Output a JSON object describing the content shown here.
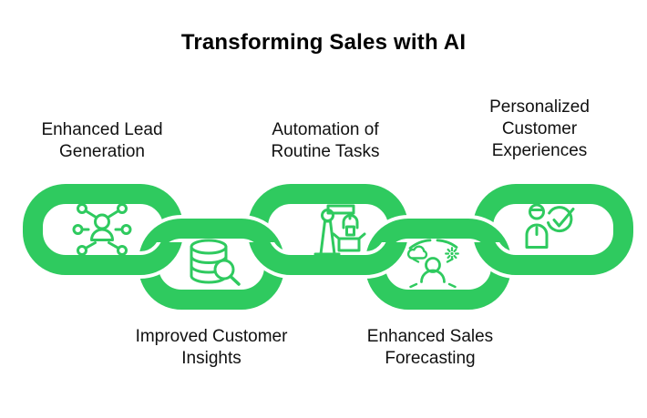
{
  "title": "Transforming Sales with AI",
  "colors": {
    "chain_green": "#2fca5f",
    "text": "#000000",
    "background": "#ffffff"
  },
  "links": [
    {
      "label": "Enhanced Lead Generation",
      "lines": [
        "Enhanced Lead",
        "Generation"
      ],
      "icon": "person-network-icon",
      "label_position": "above"
    },
    {
      "label": "Improved Customer Insights",
      "lines": [
        "Improved Customer",
        "Insights"
      ],
      "icon": "database-search-icon",
      "label_position": "below"
    },
    {
      "label": "Automation of Routine Tasks",
      "lines": [
        "Automation of",
        "Routine Tasks"
      ],
      "icon": "robot-arm-icon",
      "label_position": "above"
    },
    {
      "label": "Enhanced Sales Forecasting",
      "lines": [
        "Enhanced Sales",
        "Forecasting"
      ],
      "icon": "forecast-person-icon",
      "label_position": "below"
    },
    {
      "label": "Personalized Customer Experiences",
      "lines": [
        "Personalized",
        "Customer",
        "Experiences"
      ],
      "icon": "person-check-icon",
      "label_position": "above"
    }
  ]
}
